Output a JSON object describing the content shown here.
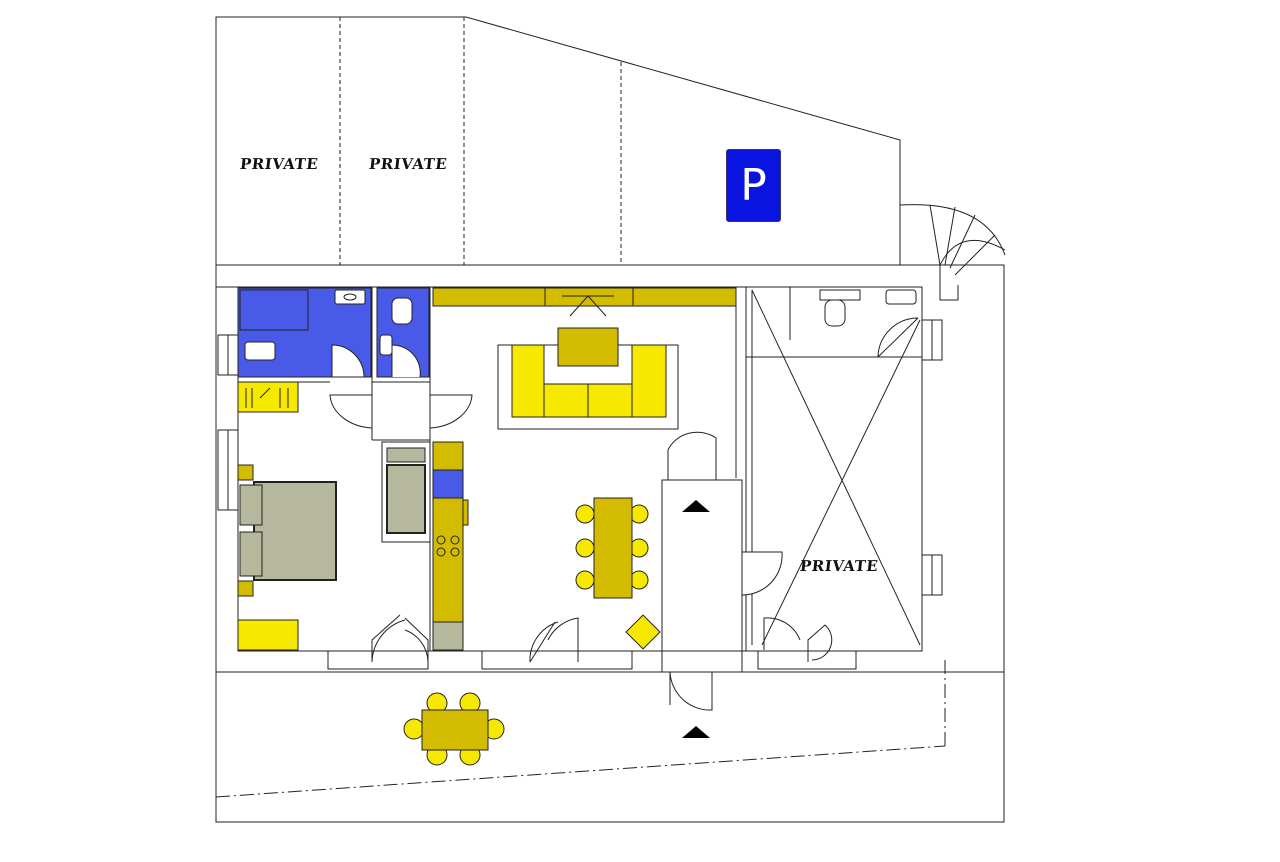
{
  "labels": {
    "private_1": "PRIVATE",
    "private_2": "PRIVATE",
    "private_3": "PRIVATE",
    "parking": "P"
  },
  "colors": {
    "bathroom": "#4a5ae8",
    "furniture_yellow": "#f7e800",
    "furniture_olive": "#d3bc00",
    "bed_gray": "#b5b89c",
    "parking_sign": "#0a14e0",
    "line": "#222222"
  }
}
